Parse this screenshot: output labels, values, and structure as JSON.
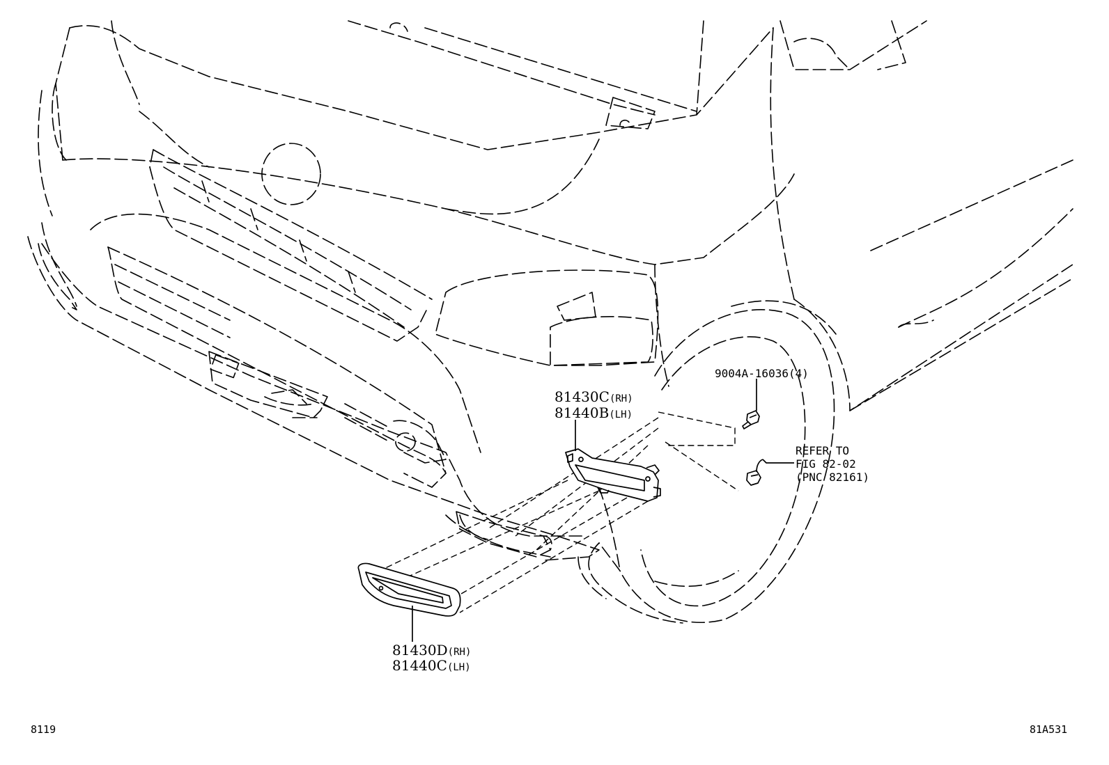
{
  "diagram": {
    "callouts": {
      "bolt": {
        "text": "9004A-16036(4)"
      },
      "upper_lamp": {
        "rh_number": "81430C",
        "rh_side": "(RH)",
        "lh_number": "81440B",
        "lh_side": "(LH)"
      },
      "lower_lamp": {
        "rh_number": "81430D",
        "rh_side": "(RH)",
        "lh_number": "81440C",
        "lh_side": "(LH)"
      },
      "reference": {
        "line1": "REFER TO",
        "line2": "FIG 82-02",
        "line3": "(PNC 82161)"
      }
    },
    "footer": {
      "left_code": "8119",
      "right_code": "81A531"
    }
  }
}
